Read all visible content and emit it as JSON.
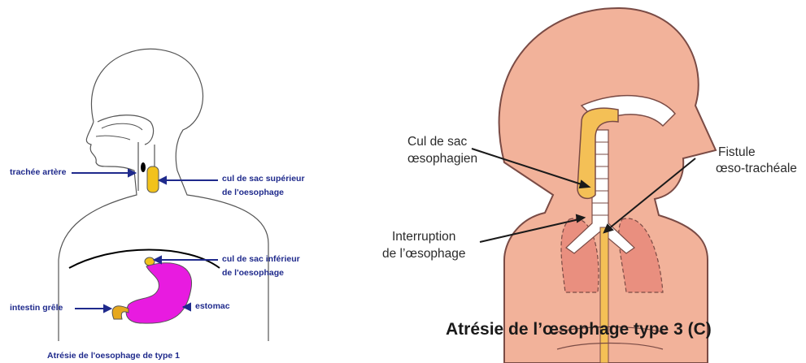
{
  "left_diagram": {
    "title": "Atrésie de l'oesophage de type 1",
    "labels": {
      "trachea": "trachée artère",
      "upper_pouch_line1": "cul de sac supérieur",
      "upper_pouch_line2": "de l'oesophage",
      "lower_pouch_line1": "cul de sac inférieur",
      "lower_pouch_line2": "de l'oesophage",
      "small_intestine": "intestin grêle",
      "stomach": "estomac"
    },
    "colors": {
      "label_text": "#1f2a8c",
      "pouch": "#f2c21b",
      "stomach": "#e81be0",
      "intestine": "#e6a81e"
    }
  },
  "right_diagram": {
    "title": "Atrésie de l’œsophage type 3 (C)",
    "labels": {
      "pouch_line1": "Cul de sac",
      "pouch_line2": "œsophagien",
      "fistula_line1": "Fistule",
      "fistula_line2": "œso-trachéale",
      "interruption_line1": "Interruption",
      "interruption_line2": "de l’œsophage"
    },
    "colors": {
      "skin": "#f2b29a",
      "outline": "#7a4b45",
      "esophagus": "#f4c056",
      "trachea": "#ffffff",
      "lungs": "#e98f7f"
    }
  }
}
